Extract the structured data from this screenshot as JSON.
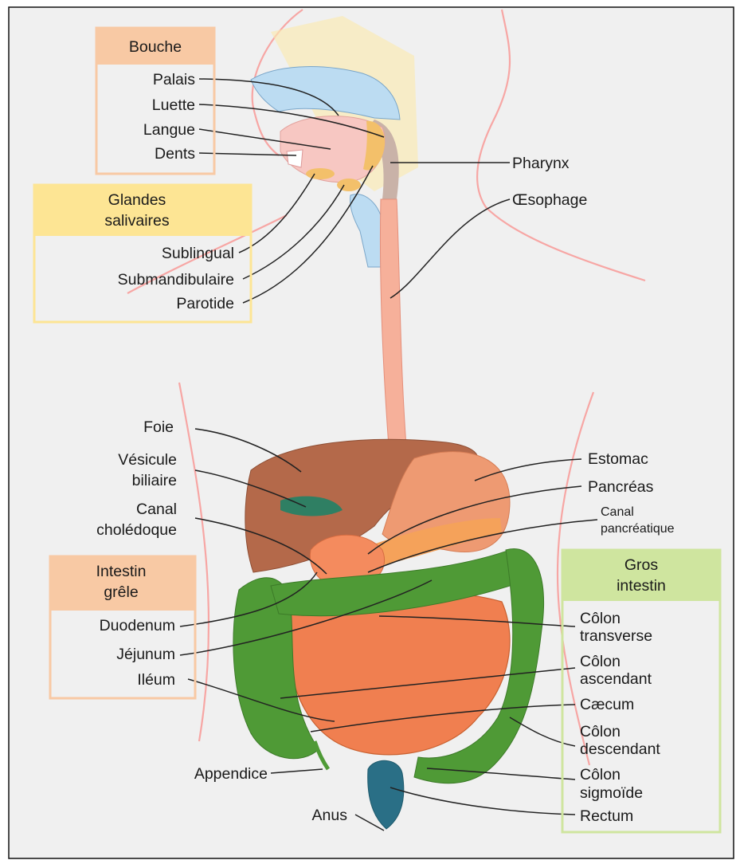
{
  "groups": {
    "bouche": "Bouche",
    "glandes_l1": "Glandes",
    "glandes_l2": "salivaires",
    "intestin_l1": "Intestin",
    "intestin_l2": "grêle",
    "gros_l1": "Gros",
    "gros_l2": "intestin"
  },
  "labels": {
    "palais": "Palais",
    "luette": "Luette",
    "langue": "Langue",
    "dents": "Dents",
    "sublingual": "Sublingual",
    "submandibulaire": "Submandibulaire",
    "parotide": "Parotide",
    "pharynx": "Pharynx",
    "oesophage": "Œsophage",
    "foie": "Foie",
    "vesicule_l1": "Vésicule",
    "vesicule_l2": "biliaire",
    "canal_chol_l1": "Canal",
    "canal_chol_l2": "cholédoque",
    "estomac": "Estomac",
    "pancreas": "Pancréas",
    "canal_panc_l1": "Canal",
    "canal_panc_l2": "pancréatique",
    "duodenum": "Duodenum",
    "jejunum": "Jéjunum",
    "ileum": "Iléum",
    "colon_transverse_l1": "Côlon",
    "colon_transverse_l2": "transverse",
    "colon_ascendant_l1": "Côlon",
    "colon_ascendant_l2": "ascendant",
    "caecum": "Cæcum",
    "colon_descendant_l1": "Côlon",
    "colon_descendant_l2": "descendant",
    "colon_sigmoide_l1": "Côlon",
    "colon_sigmoide_l2": "sigmoïde",
    "rectum": "Rectum",
    "appendice": "Appendice",
    "anus": "Anus"
  },
  "colors": {
    "background": "#f0f0f0",
    "bouche_box": "#f8c9a4",
    "glandes_box": "#fde594",
    "intestin_box": "#f8c9a4",
    "gros_box": "#cfe59f",
    "esophagus": "#f6b09a",
    "liver": "#b4694a",
    "stomach": "#ee9a72",
    "small_intestine": "#f07f50",
    "colon": "#4f9a36",
    "gallbladder": "#2f7f63",
    "rectum": "#2a6f86",
    "palate": "#bcdcf2"
  }
}
